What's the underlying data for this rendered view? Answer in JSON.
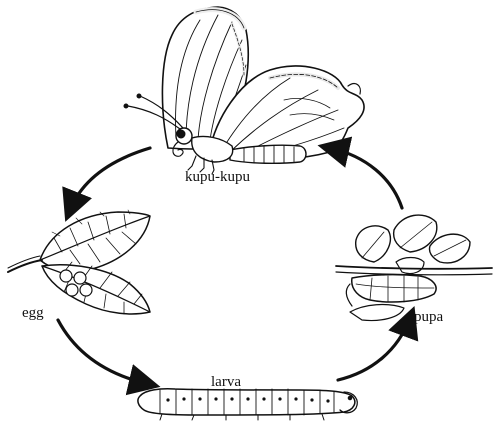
{
  "diagram": {
    "stages": {
      "adult": "kupu-kupu",
      "egg": "egg",
      "larva": "larva",
      "pupa": "pupa"
    }
  },
  "colors": {
    "ink": "#111111",
    "background": "#ffffff"
  }
}
